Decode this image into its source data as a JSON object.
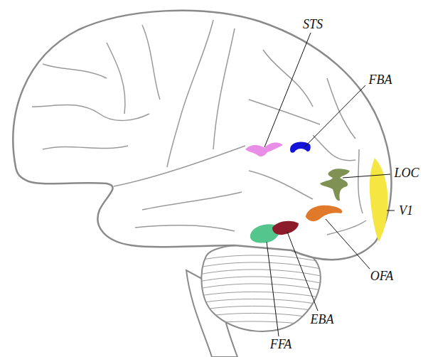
{
  "diagram": {
    "labels": [
      "STS",
      "FBA",
      "LOC",
      "V1",
      "OFA",
      "EBA",
      "FFA"
    ]
  }
}
